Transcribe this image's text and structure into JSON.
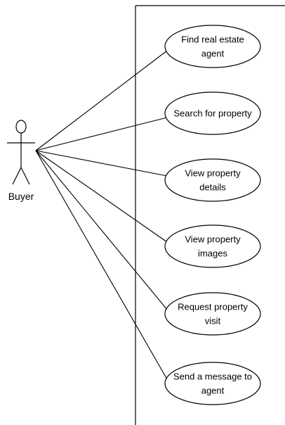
{
  "actor": {
    "name": "Buyer"
  },
  "use_cases": [
    {
      "id": "find-agent",
      "lines": [
        "Find real estate",
        "agent"
      ]
    },
    {
      "id": "search-property",
      "lines": [
        "Search for property"
      ]
    },
    {
      "id": "view-details",
      "lines": [
        "View property",
        "details"
      ]
    },
    {
      "id": "view-images",
      "lines": [
        "View property",
        "images"
      ]
    },
    {
      "id": "request-visit",
      "lines": [
        "Request property",
        "visit"
      ]
    },
    {
      "id": "send-message",
      "lines": [
        "Send a message to",
        "agent"
      ]
    }
  ],
  "colors": {
    "stroke": "#000000",
    "background": "#ffffff"
  }
}
